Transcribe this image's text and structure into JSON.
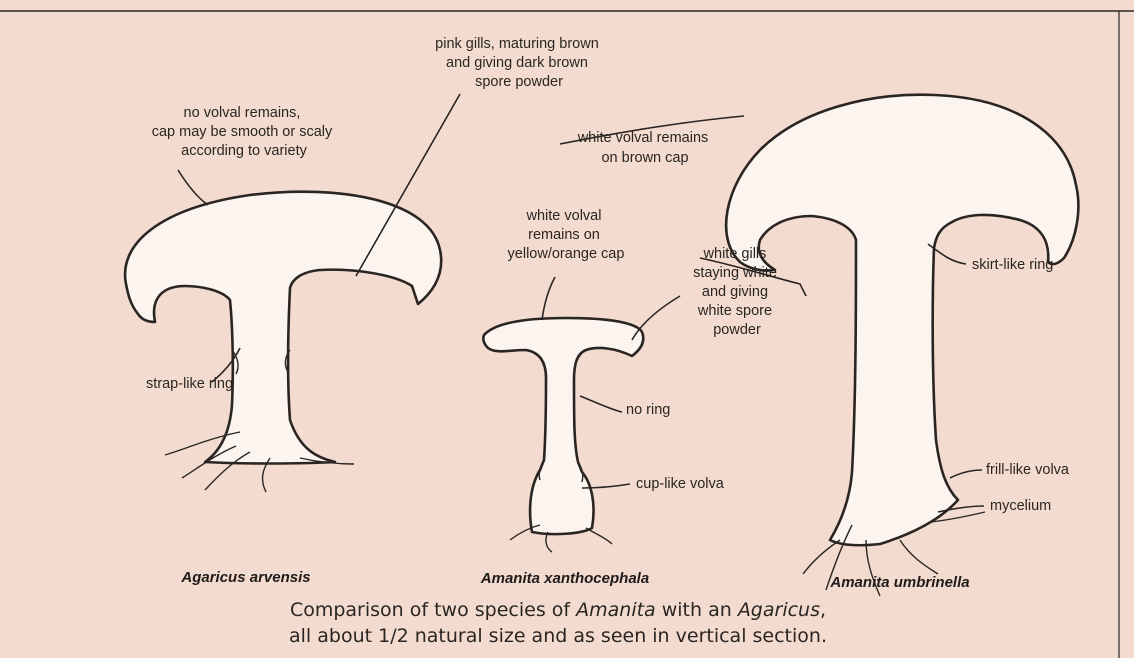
{
  "labels": {
    "agaricus_cap": [
      "no volval remains,",
      "cap may be smooth or scaly",
      "according to variety"
    ],
    "agaricus_gills": [
      "pink gills, maturing brown",
      "and giving dark brown",
      "spore powder"
    ],
    "agaricus_ring": "strap-like ring",
    "xantho_cap": [
      "white volval",
      "remains on",
      "yellow/orange cap"
    ],
    "xantho_ring": "no ring",
    "xantho_volva": "cup-like volva",
    "white_gills": [
      "white gills",
      "staying white",
      "and giving",
      "white spore",
      "powder"
    ],
    "umbr_cap": [
      "white volval remains",
      "on brown cap"
    ],
    "umbr_ring": "skirt-like ring",
    "umbr_volva": "frill-like volva",
    "umbr_mycelium": "mycelium"
  },
  "species": {
    "agaricus": "Agaricus arvensis",
    "xantho": "Amanita xanthocephala",
    "umbr": "Amanita umbrinella"
  },
  "caption": {
    "line1_pre": "Comparison of two species of ",
    "line1_em1": "Amanita",
    "line1_mid": " with an ",
    "line1_em2": "Agaricus",
    "line1_post": ",",
    "line2": "all about 1/2 natural size and as seen in vertical section."
  },
  "colors": {
    "background": "#f3dccf",
    "flesh": "#fbf4ef",
    "ink": "#2a2523"
  }
}
